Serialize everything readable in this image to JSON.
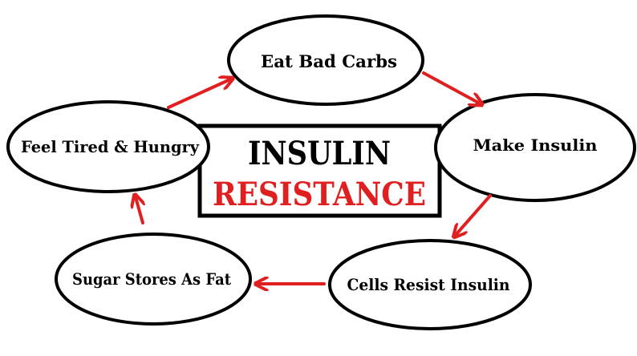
{
  "center": {
    "line1": "INSULIN",
    "line2": "RESISTANCE"
  },
  "nodes": {
    "eat_bad_carbs": "Eat Bad Carbs",
    "make_insulin": "Make Insulin",
    "cells_resist_insulin": "Cells Resist Insulin",
    "sugar_stores_as_fat": "Sugar Stores As Fat",
    "feel_tired_hungry": "Feel Tired & Hungry"
  },
  "colors": {
    "arrow": "#e02020",
    "accent_text": "#e02020",
    "outline": "#000000",
    "background": "#ffffff"
  }
}
